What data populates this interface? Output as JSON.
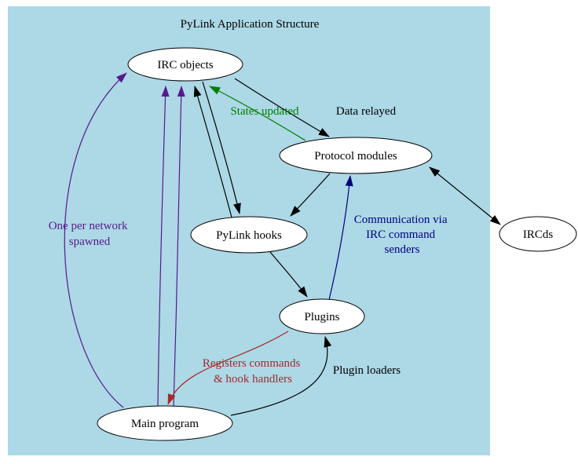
{
  "title": "PyLink Application Structure",
  "colors": {
    "background": "#ADD8E6",
    "node_fill": "#FFFFFF",
    "node_stroke": "#000000",
    "black": "#000000",
    "green": "#008000",
    "purple": "#551A8B",
    "navy": "#000080",
    "darkred": "#A52A2A"
  },
  "nodes": {
    "irc_objects": "IRC objects",
    "protocol_modules": "Protocol modules",
    "pylink_hooks": "PyLink hooks",
    "plugins": "Plugins",
    "main_program": "Main program",
    "ircds": "IRCds"
  },
  "edge_labels": {
    "data_relayed": "Data relayed",
    "states_updated": "States updated",
    "one_per_network_line1": "One per network",
    "one_per_network_line2": "spawned",
    "communication_line1": "Communication via",
    "communication_line2": "IRC command",
    "communication_line3": "senders",
    "registers_line1": "Registers commands",
    "registers_line2": "& hook handlers",
    "plugin_loaders": "Plugin loaders"
  }
}
